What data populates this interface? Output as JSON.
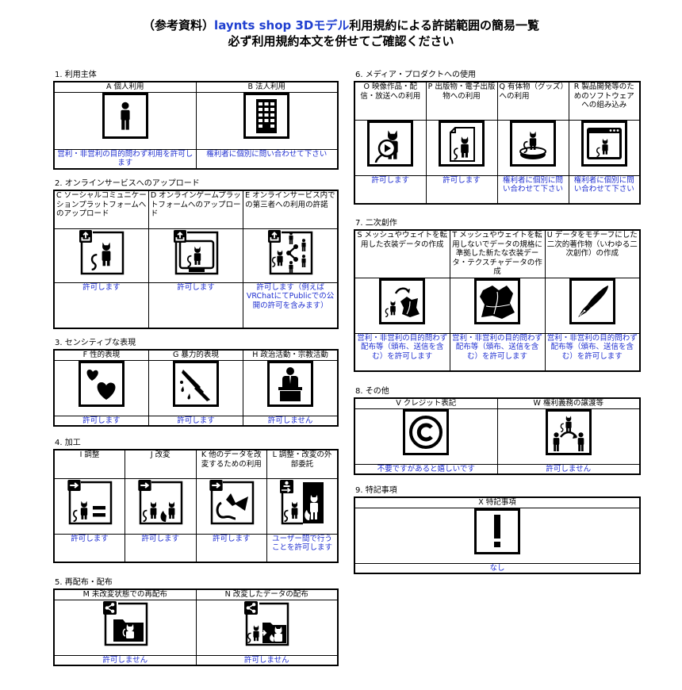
{
  "header": {
    "title_prefix": "（参考資料）",
    "title_brand": "laynts shop 3Dモデル",
    "title_suffix": "利用規約による許諾範囲の簡易一覧",
    "subtitle": "必ず利用規約本文を併せてご確認ください"
  },
  "colors": {
    "result_text": "#1f2fd0",
    "brand": "#1f3fd0",
    "border": "#000000"
  },
  "sections": {
    "s1": {
      "title": "1. 利用主体",
      "items": [
        {
          "code": "A",
          "label": "A 個人利用",
          "icon": "person-icon",
          "result": "営利・非営利の目的問わず利用を許可します"
        },
        {
          "code": "B",
          "label": "B 法人利用",
          "icon": "office-building-icon",
          "result": "権利者に個別に問い合わせて下さい"
        }
      ]
    },
    "s2": {
      "title": "2. オンラインサービスへのアップロード",
      "items": [
        {
          "code": "C",
          "label": "C ソーシャルコミュニケーションプラットフォームへのアップロード",
          "icon": "upload-avatar-icon",
          "result": "許可します"
        },
        {
          "code": "D",
          "label": "D オンラインゲームプラットフォームへのアップロード",
          "icon": "upload-game-monitor-icon",
          "result": "許可します"
        },
        {
          "code": "E",
          "label": "E オンラインサービス内での第三者への利用の許諾",
          "icon": "upload-share-users-icon",
          "result": "許可します（例えばVRChatにてPublicでの公開の許可を含みます）"
        }
      ]
    },
    "s3": {
      "title": "3. センシティブな表現",
      "items": [
        {
          "code": "F",
          "label": "F 性的表現",
          "icon": "hearts-icon",
          "result": "許可します"
        },
        {
          "code": "G",
          "label": "G 暴力的表現",
          "icon": "knife-blood-icon",
          "result": "許可します"
        },
        {
          "code": "H",
          "label": "H 政治活動・宗教活動",
          "icon": "speaker-podium-icon",
          "result": "許可しません"
        }
      ]
    },
    "s4": {
      "title": "4. 加工",
      "items": [
        {
          "code": "I",
          "label": "I 調整",
          "icon": "adjust-equal-icon",
          "result": "許可します"
        },
        {
          "code": "J",
          "label": "J 改変",
          "icon": "modify-avatar-icon",
          "result": "許可します"
        },
        {
          "code": "K",
          "label": "K 他のデータを改変するための利用",
          "icon": "parts-reuse-icon",
          "result": "許可します"
        },
        {
          "code": "L",
          "label": "L 調整・改変の外部委託",
          "icon": "outsource-icon",
          "result": "ユーザー間で行うことを許可します"
        }
      ]
    },
    "s5": {
      "title": "5. 再配布・配布",
      "items": [
        {
          "code": "M",
          "label": "M 未改変状態での再配布",
          "icon": "share-folder-icon",
          "result": "許可しません"
        },
        {
          "code": "N",
          "label": "N 改変したデータの配布",
          "icon": "share-modified-folder-icon",
          "result": "許可しません"
        }
      ]
    },
    "s6": {
      "title": "6. メディア・プロダクトへの使用",
      "items": [
        {
          "code": "O",
          "label": "O 映像作品・配信・放送への利用",
          "icon": "video-play-icon",
          "result": "許可します"
        },
        {
          "code": "P",
          "label": "P 出版物・電子出版物への利用",
          "icon": "publication-icon",
          "result": "許可します"
        },
        {
          "code": "Q",
          "label": "Q 有体物（グッズ）への利用",
          "icon": "figure-goods-icon",
          "result": "権利者に個別に問い合わせて下さい"
        },
        {
          "code": "R",
          "label": "R 製品開発等のためのソフトウェアへの組み込み",
          "icon": "software-window-icon",
          "result": "権利者に個別に問い合わせて下さい"
        }
      ]
    },
    "s7": {
      "title": "7. 二次創作",
      "items": [
        {
          "code": "S",
          "label": "S メッシュやウェイトを転用した衣装データの作成",
          "icon": "avatar-to-clothing-icon",
          "result": "営利・非営利の目的問わず配布等（頒布、送信を含む）を許可します"
        },
        {
          "code": "T",
          "label": "T メッシュやウェイトを転用しないでデータの規格に準拠した新たな衣装データ・テクスチャデータの作成",
          "icon": "clothing-icon",
          "result": "営利・非営利の目的問わず配布等（頒布、送信を含む）を許可します"
        },
        {
          "code": "U",
          "label": "U データをモチーフにした二次的著作物（いわゆる二次創作）の作成",
          "icon": "pen-nib-icon",
          "result": "営利・非営利の目的問わず配布等（頒布、送信を含む）を許可します"
        }
      ]
    },
    "s8": {
      "title": "8. その他",
      "items": [
        {
          "code": "V",
          "label": "V クレジット表記",
          "icon": "copyright-icon",
          "result": "不要ですがあると嬉しいです"
        },
        {
          "code": "W",
          "label": "W 権利義務の譲渡等",
          "icon": "transfer-rights-icon",
          "result": "許可しません"
        }
      ]
    },
    "s9": {
      "title": "9. 特記事項",
      "items": [
        {
          "code": "X",
          "label": "X 特記事項",
          "icon": "exclamation-icon",
          "result": "なし"
        }
      ]
    }
  }
}
